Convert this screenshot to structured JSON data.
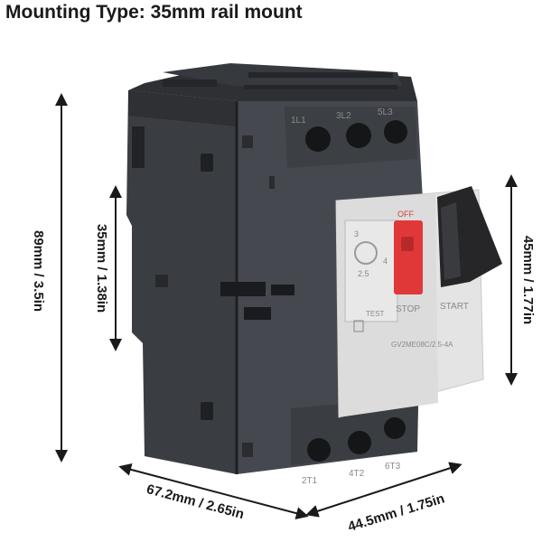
{
  "heading": "Mounting Type: 35mm rail mount",
  "dimensions": {
    "height_total": "89mm / 3.5in",
    "height_body": "35mm / 1.38in",
    "height_front": "45mm / 1.77in",
    "depth": "67.2mm / 2.65in",
    "width": "44.5mm / 1.75in"
  },
  "device": {
    "top_terminals": [
      "1L1",
      "3L2",
      "5L3"
    ],
    "bottom_terminals": [
      "2T1",
      "4T2",
      "6T3"
    ],
    "off_label": "OFF",
    "stop_label": "STOP",
    "start_label": "START",
    "model": "GV2ME08C/2.5-4A",
    "dial_marks": [
      "2.5",
      "3",
      "4"
    ],
    "test_label": "TEST"
  },
  "colors": {
    "housing": "#3d4045",
    "housing_dark": "#2a2c30",
    "front_panel": "#e6e6e6",
    "stop_button": "#e23a3a",
    "start_button": "#262628"
  }
}
